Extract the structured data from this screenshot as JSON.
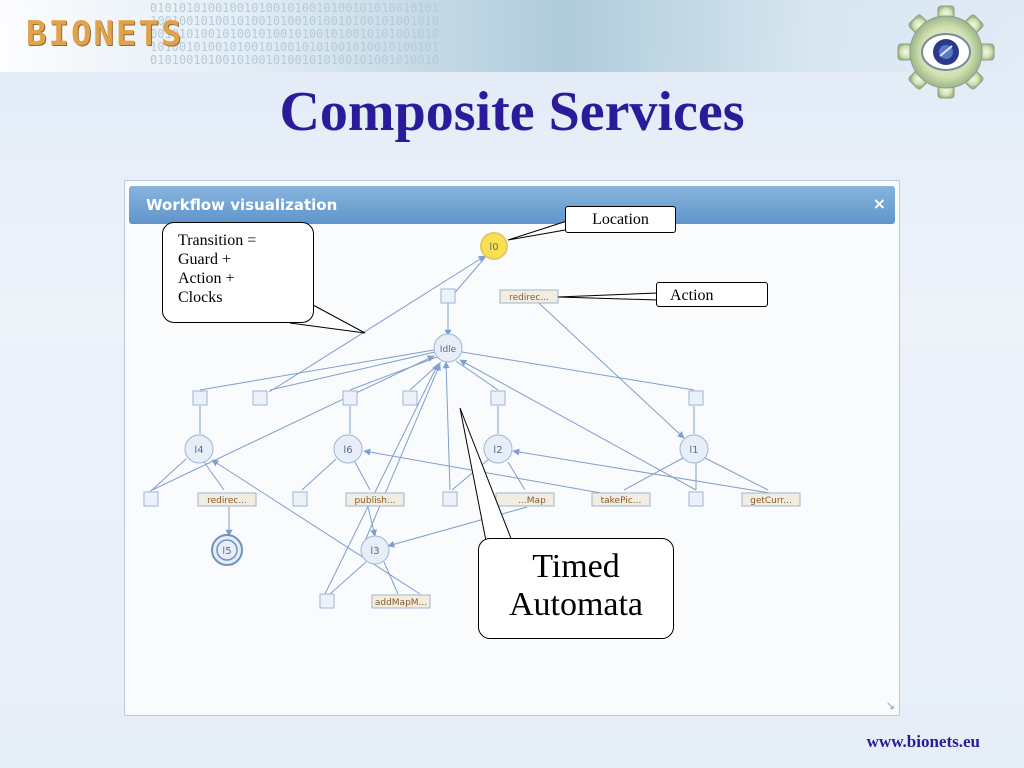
{
  "brand": {
    "logo_text": "BIONETS",
    "url": "www.bionets.eu"
  },
  "slide": {
    "title": "Composite Services"
  },
  "panel": {
    "title": "Workflow visualization",
    "close_glyph": "×",
    "resize_glyph": "↘"
  },
  "callouts": {
    "transition": [
      "Transition =",
      "Guard +",
      "Action +",
      "Clocks"
    ],
    "location": "Location",
    "action": "Action",
    "timed_automata": [
      "Timed",
      "Automata"
    ]
  },
  "graph": {
    "locations": [
      "l0",
      "Idle",
      "l4",
      "l6",
      "l2",
      "l1",
      "l5",
      "l3"
    ],
    "action_labels": [
      "redirec...",
      "redirec...",
      "publish...",
      "...Map",
      "takePic...",
      "getCurr...",
      "addMapM..."
    ]
  },
  "colors": {
    "title": "#2b1a99",
    "node_fill": "#e7eef8",
    "node_stroke": "#9db6d4",
    "initial_node": "#f8e050",
    "edge": "#7f9fcc",
    "label_fill": "#f1ede0",
    "label_text": "#8a5a2a"
  },
  "icons": {
    "gear": "gear-logo-icon",
    "close": "close-icon",
    "resize": "resize-grip-icon"
  }
}
